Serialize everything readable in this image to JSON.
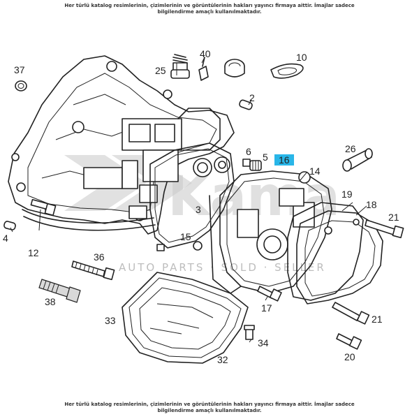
{
  "notice": {
    "line1": "Her türlü katalog resimlerinin, çizimlerinin ve görüntülerinin hakları yayıncı firmaya aittir. İmajlar sadece",
    "line2": "bilgilendirme amaçlı kullanılmaktadır."
  },
  "watermark": {
    "brand": "Kama",
    "tagline": "AUTO PARTS · SOLD · SELLER"
  },
  "labels": {
    "p2": "2",
    "p3": "3",
    "p4": "4",
    "p5": "5",
    "p6": "6",
    "p10": "10",
    "p12": "12",
    "p14": "14",
    "p15": "15",
    "p16": "16",
    "p17": "17",
    "p18": "18",
    "p19": "19",
    "p20": "20",
    "p21a": "21",
    "p21b": "21",
    "p25": "25",
    "p26": "26",
    "p32": "32",
    "p33": "33",
    "p34": "34",
    "p36": "36",
    "p37": "37",
    "p38": "38",
    "p40": "40"
  },
  "highlight": {
    "label": "16",
    "color": "#29b6e8"
  }
}
